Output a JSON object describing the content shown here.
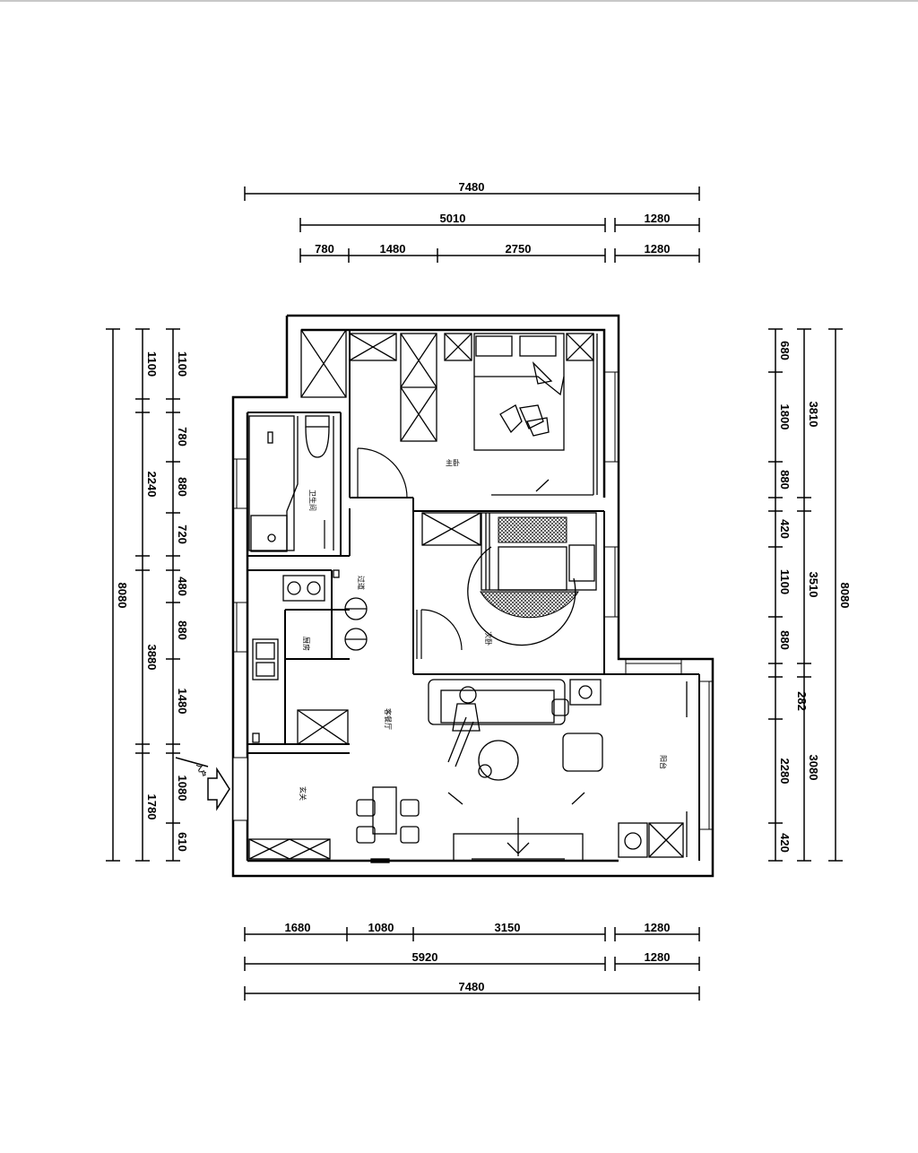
{
  "plan": {
    "dims_top": [
      "7480",
      "5010",
      "1280",
      "780",
      "1480",
      "2750",
      "1280"
    ],
    "dims_bottom": [
      "1680",
      "1080",
      "3150",
      "1280",
      "5920",
      "1280",
      "7480"
    ],
    "dims_left": [
      "8080",
      "1100",
      "2240",
      "3880",
      "1780",
      "1100",
      "780",
      "880",
      "720",
      "480",
      "880",
      "1480",
      "1080",
      "610"
    ],
    "dims_right": [
      "8080",
      "680",
      "1800",
      "880",
      "3810",
      "420",
      "1100",
      "3510",
      "880",
      "282",
      "2280",
      "3080",
      "420"
    ],
    "rooms": {
      "master_bedroom": "主卧",
      "bathroom": "卫生间",
      "corridor": "过道",
      "second_bedroom": "次卧",
      "kitchen": "厨房",
      "living_dining": "客餐厅",
      "entrance": "玄关",
      "balcony": "阳台"
    },
    "entry_arrow_label": "入户"
  }
}
